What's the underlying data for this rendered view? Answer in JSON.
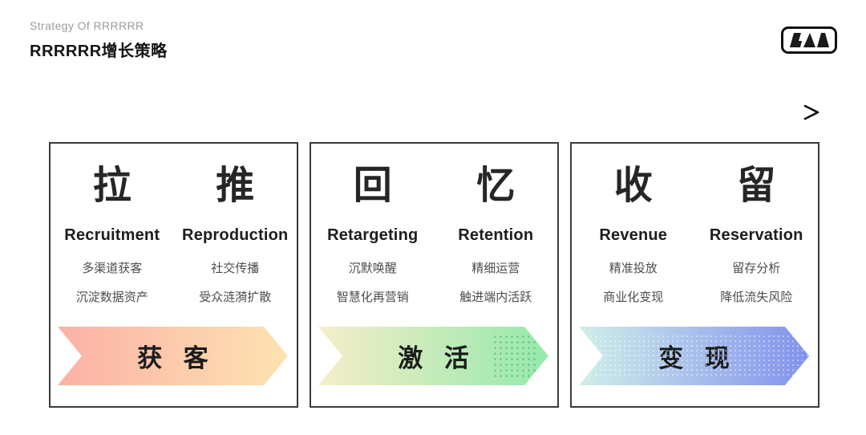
{
  "header": {
    "subtitle": "Strategy Of RRRRRR",
    "title": "RRRRRR增长策略"
  },
  "logo": {
    "name": "brand-logo"
  },
  "flow_arrow": {
    "direction": "right",
    "gradient_start": "#ebebeb",
    "gradient_end": "#111111"
  },
  "sections": [
    {
      "columns": [
        {
          "char": "拉",
          "label": "Recruitment",
          "point1": "多渠道获客",
          "point2": "沉淀数据资产"
        },
        {
          "char": "推",
          "label": "Reproduction",
          "point1": "社交传播",
          "point2": "受众涟漪扩散"
        }
      ],
      "banner": {
        "text": "获 客",
        "gradient_start": "#fbb1a6",
        "gradient_end": "#fde3b0"
      }
    },
    {
      "columns": [
        {
          "char": "回",
          "label": "Retargeting",
          "point1": "沉默唤醒",
          "point2": "智慧化再营销"
        },
        {
          "char": "忆",
          "label": "Retention",
          "point1": "精细运营",
          "point2": "触进端内活跃"
        }
      ],
      "banner": {
        "text": "激 活",
        "gradient_start": "#f6edc9",
        "gradient_end": "#94e9ac"
      }
    },
    {
      "columns": [
        {
          "char": "收",
          "label": "Revenue",
          "point1": "精准投放",
          "point2": "商业化变现"
        },
        {
          "char": "留",
          "label": "Reservation",
          "point1": "留存分析",
          "point2": "降低流失风险"
        }
      ],
      "banner": {
        "text": "变 现",
        "gradient_start": "#cfefe9",
        "gradient_end": "#8290ee"
      }
    }
  ]
}
